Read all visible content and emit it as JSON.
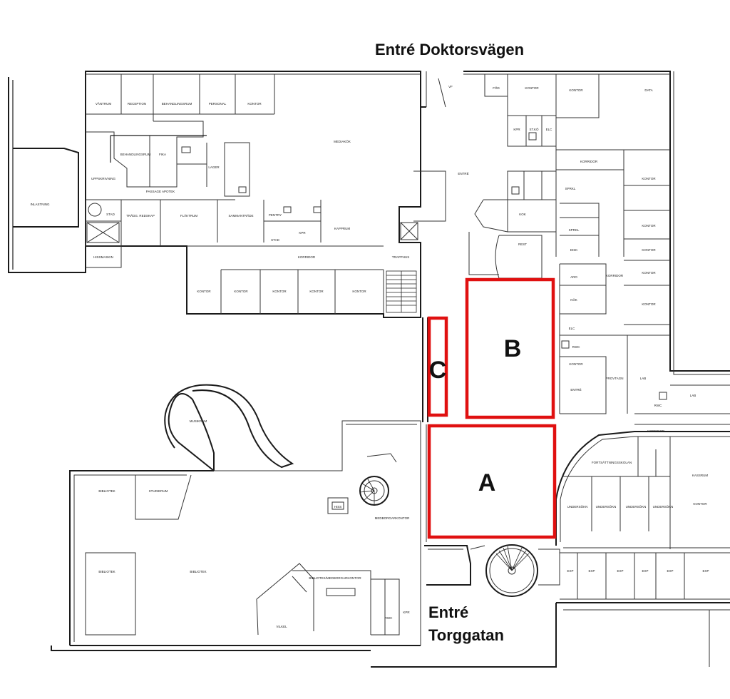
{
  "entrances": {
    "north": "Entré Doktorsvägen",
    "south_line1": "Entré",
    "south_line2": "Torggatan"
  },
  "zones": [
    {
      "id": "zone-a",
      "label": "A"
    },
    {
      "id": "zone-b",
      "label": "B"
    },
    {
      "id": "zone-c",
      "label": "C"
    }
  ],
  "colors": {
    "zone_outline": "#e01010",
    "walls": "#1a1a1a",
    "background": "#ffffff"
  },
  "rooms": {
    "r129": "INLASTNING",
    "r133": "VÄNTRUM",
    "r134": "RECEPTION",
    "r135": "BEHANDLINGSRUM",
    "r136": "PERSONAL",
    "r137": "KONTOR",
    "r138": "BEHANDLINGSRUM",
    "r139": "FIKA",
    "r140": "LAGER",
    "r143": "UPPSKRIVNING",
    "r150": "PASSAGE APOTEK",
    "r144": "STAD",
    "r281": "TRÄDG. REDSKAP",
    "r282": "FLÄKTRUM",
    "r127": "SAMMANTRÄDE",
    "r125": "PENTRY",
    "r124": "STAD",
    "r123": "KPR",
    "r121": "KAPPRUM",
    "r122": "KORRIDOR",
    "r118": "TRAPPHUS",
    "r128": "KONTOR",
    "r123d": "KONTOR",
    "r123c": "KONTOR",
    "r123b": "KONTOR",
    "r123a": "KONTOR",
    "r139b": "MEDIAKÖK",
    "r157": "VF",
    "r157b": "ENTRÉ",
    "r157a": "FÖD",
    "r158": "KONTOR",
    "r162": "KPR",
    "r161": "ST.KÖ",
    "r167": "ELC",
    "r173": "KONTOR",
    "r172": "DATA",
    "r174": "KORRIDOR",
    "r171": "KONTOR",
    "r170": "KONTOR",
    "r169": "KONTOR",
    "r168": "KONTOR",
    "r168a": "KONTOR",
    "r165": "KOK",
    "r166": "REST",
    "r175": "SPRKL",
    "r179": "DISK",
    "r180": "SPRKL",
    "r187a": "ARO",
    "r181": "KORRIDOR",
    "r187b": "KÖK",
    "r187c": "ELC",
    "r187d": "RWC",
    "r182a": "KONTOR",
    "r182": "ENTRÉ",
    "r183": "PROVTAGN",
    "r187": "LAB",
    "r192": "LAB",
    "r196": "RWC",
    "r199": "KORRIDOR",
    "r200": "FORTSÄTTNINGSSKOLAN",
    "r201": "KONTOR",
    "r203": "UNDERSÖKN",
    "r204": "UNDERSÖKN",
    "r205": "UNDERSÖKN",
    "r206": "UNDERSÖKN",
    "r218": "KASSRUM",
    "r219": "EXP",
    "r217": "EXP",
    "r215": "EXP",
    "r213": "EXP",
    "r212": "EXP",
    "r211": "EXP",
    "r113": "MUSIKRUM",
    "r111": "BIBLIOTEK",
    "r112": "STUDIERUM",
    "r116": "MEDBORGARKONTOR",
    "r114": "BIBLIOTEK",
    "r115": "BIBLIOTEK",
    "r115a": "BIBLIOTEK/MEDBORGARKONTOR",
    "r115b": "VILKEL",
    "r116b": "RWC",
    "r116c": "KPR",
    "r138b": "HISS",
    "r136b": "HISSMASKIN"
  }
}
